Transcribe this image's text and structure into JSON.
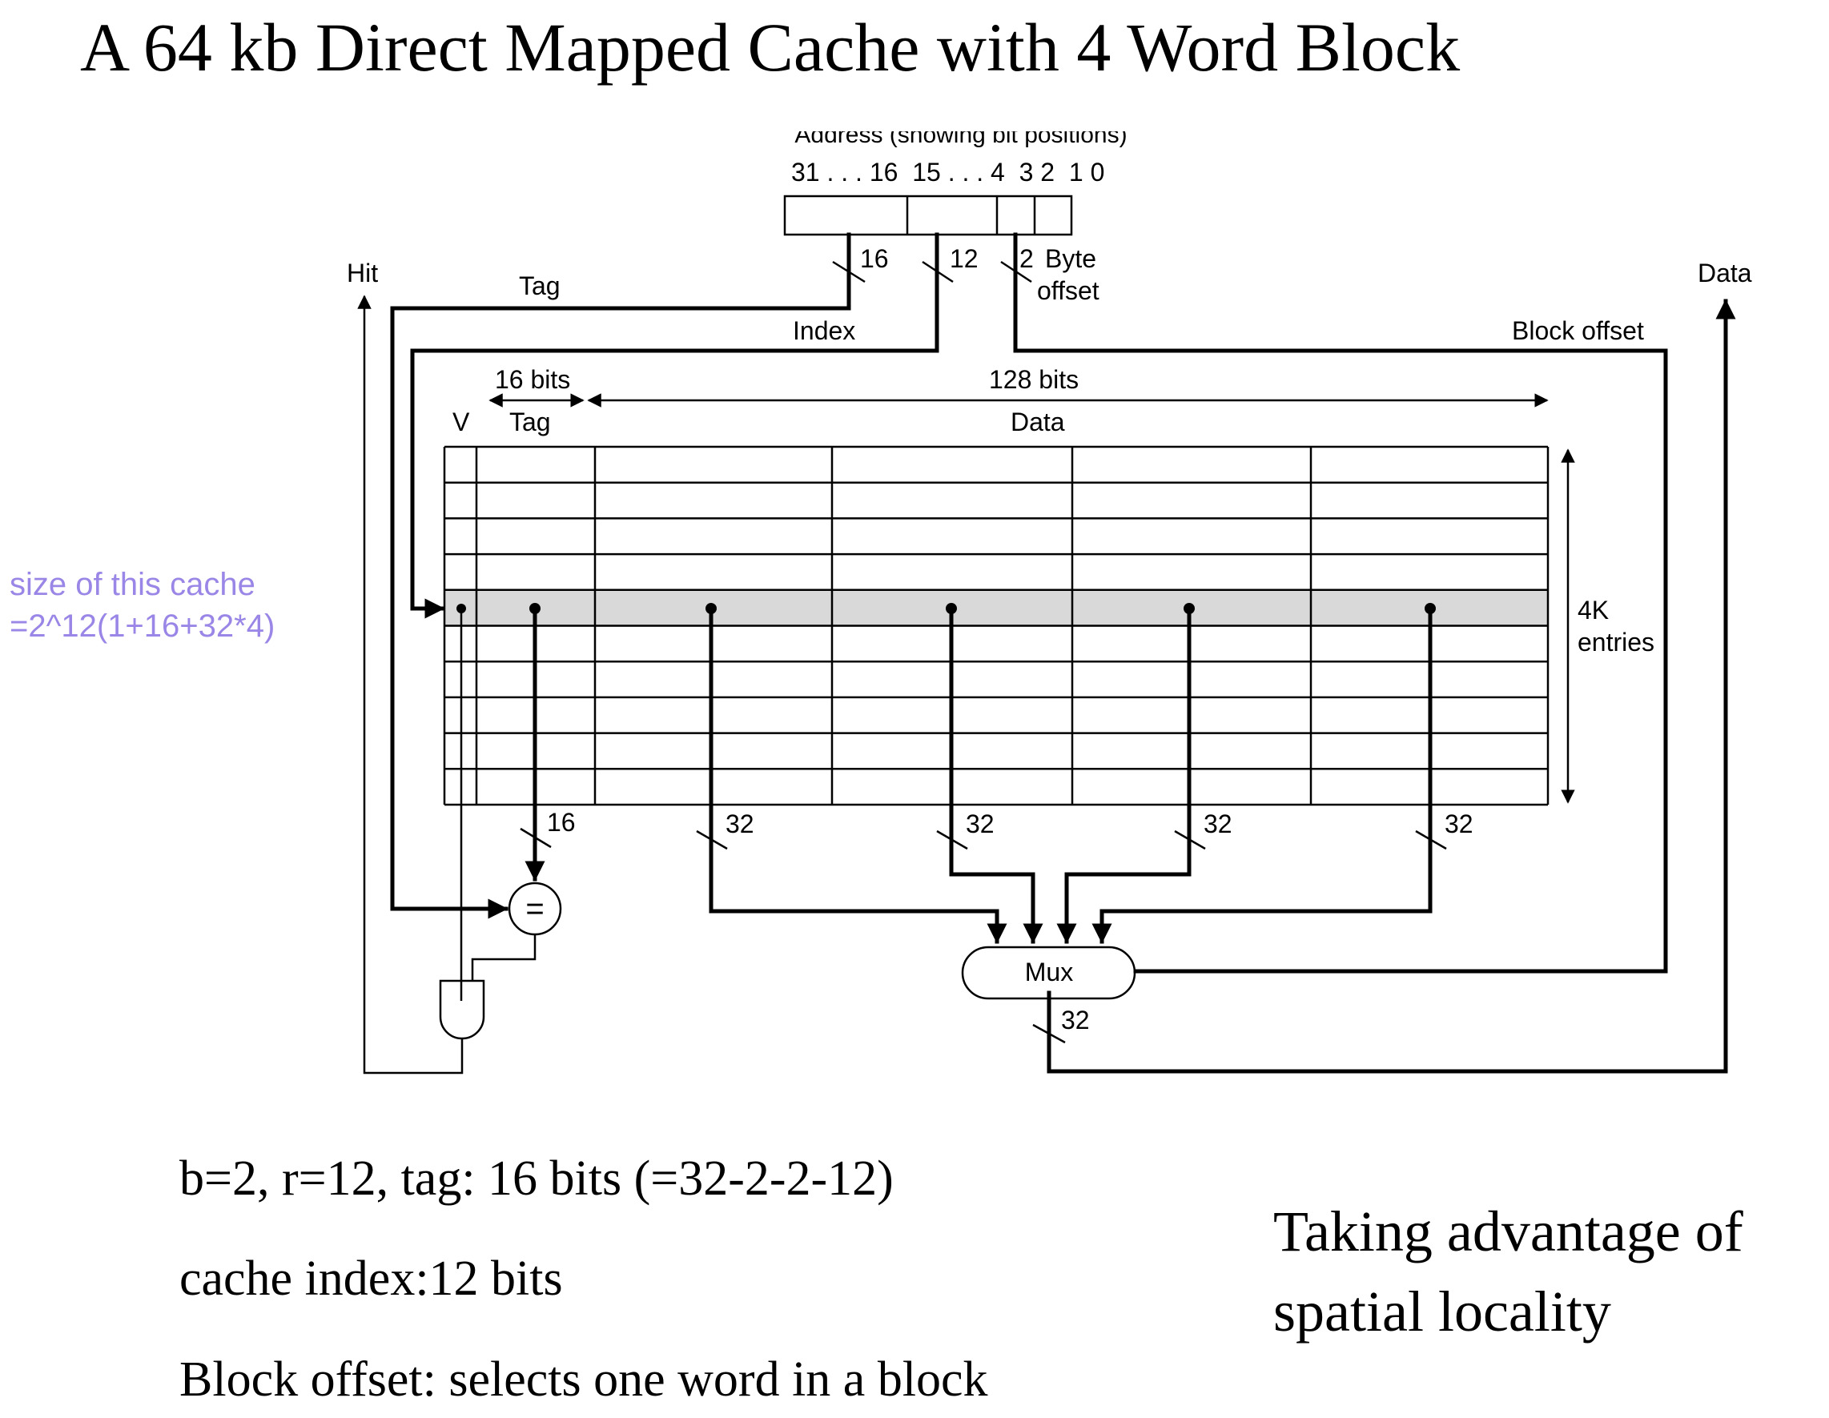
{
  "title": "A 64 kb Direct Mapped Cache with 4 Word Block",
  "address": {
    "caption": "Address (showing bit positions)",
    "bits": "31 . . . 16  15 . . . 4  3 2  1 0"
  },
  "fields": {
    "tag_width": "16",
    "index_width": "12",
    "offset_width": "2",
    "byte_offset": [
      "Byte",
      "offset"
    ],
    "tag_label": "Tag",
    "index_label": "Index",
    "block_offset_label": "Block offset"
  },
  "outputs": {
    "hit": "Hit",
    "data": "Data"
  },
  "cache": {
    "tag_bits": "16 bits",
    "data_bits": "128 bits",
    "v_col": "V",
    "tag_col": "Tag",
    "data_col": "Data",
    "entries": [
      "4K",
      "entries"
    ],
    "rows": 10,
    "selected_row": 5
  },
  "buses": {
    "tag_out": "16",
    "word_width": "32",
    "mux_out": "32"
  },
  "comparator": "=",
  "mux": "Mux",
  "annotation": [
    "size of this cache",
    "=2^12(1+16+32*4)"
  ],
  "notes": [
    "b=2, r=12, tag: 16 bits (=32-2-2-12)",
    "cache index:12 bits",
    "Block offset: selects one word in a block"
  ],
  "side_note": [
    "Taking advantage of",
    "spatial locality"
  ],
  "colors": {
    "highlight_row": "#d9d9d9",
    "annotation": "#9a86e6"
  }
}
